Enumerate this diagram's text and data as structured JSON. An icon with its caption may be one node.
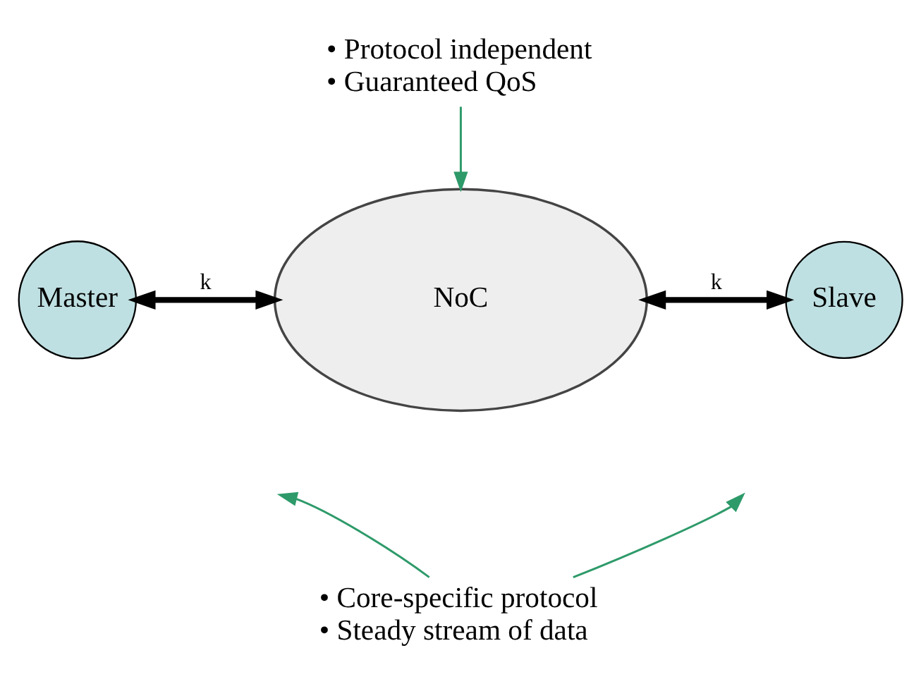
{
  "diagram": {
    "nodes": [
      {
        "text": [
          "• Protocol independent",
          "• Guaranteed QoS"
        ]
      },
      {
        "text": [
          "Master"
        ]
      },
      {
        "text": [
          "NoC"
        ]
      },
      {
        "text": [
          "Slave"
        ]
      },
      {
        "text": [
          "• Core-specific protocol",
          "• Steady stream of data"
        ]
      }
    ],
    "edges": [
      {
        "from": 0,
        "to": 2,
        "arrow": "to",
        "color": "#2e9a6a"
      },
      {
        "from": 1,
        "to": 2,
        "arrow": "both",
        "label": "k",
        "style": "thick",
        "color": "#000000"
      },
      {
        "from": 2,
        "to": 3,
        "arrow": "both",
        "label": "k",
        "style": "thick",
        "color": "#000000"
      },
      {
        "from": 4,
        "to": null,
        "arrow": "to",
        "color": "#2e9a6a"
      },
      {
        "from": 4,
        "to": null,
        "arrow": "to",
        "color": "#2e9a6a"
      }
    ]
  }
}
